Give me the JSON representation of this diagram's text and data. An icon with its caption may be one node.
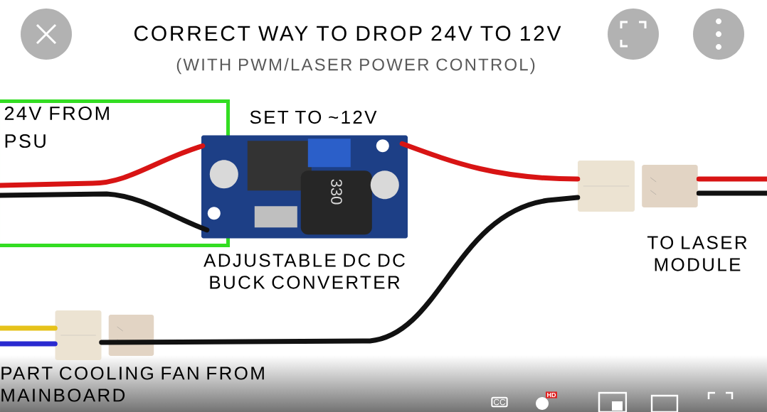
{
  "diagram": {
    "title": "CORRECT WAY TO DROP 24V TO 12V",
    "caption": "(WITH PWM/LASER POWER CONTROL)",
    "nodes": [
      {
        "text": [
          "24V FROM PSU"
        ]
      },
      {
        "text": [],
        "shape": "picture",
        "beside": [
          "SET TO ~12V",
          "ADJUSTABLE DC DC BUCK CONVERTER"
        ]
      },
      {
        "text": [],
        "shape": "picture",
        "beside": [
          "TO LASER MODULE"
        ]
      },
      {
        "text": [],
        "shape": "picture",
        "beside": [
          "PART COOLING FAN FROM MAINBOARD"
        ]
      }
    ],
    "edges": [
      {
        "from": 0,
        "to": 1,
        "arrow": "none",
        "color": "#d81414"
      },
      {
        "from": 0,
        "to": 1,
        "arrow": "none",
        "color": "#111111"
      },
      {
        "from": 1,
        "to": 2,
        "arrow": "none",
        "color": "#d81414"
      },
      {
        "from": 3,
        "to": 2,
        "arrow": "none",
        "color": "#111111"
      },
      {
        "from": null,
        "to": 3,
        "arrow": "none",
        "color": "#e6c21a"
      },
      {
        "from": null,
        "to": 3,
        "arrow": "none",
        "color": "#2a2ad0"
      },
      {
        "from": 2,
        "to": null,
        "arrow": "none",
        "color": "#d81414"
      },
      {
        "from": 2,
        "to": null,
        "arrow": "none",
        "color": "#111111"
      }
    ],
    "labels": [
      "330",
      "CC",
      "HD"
    ]
  }
}
